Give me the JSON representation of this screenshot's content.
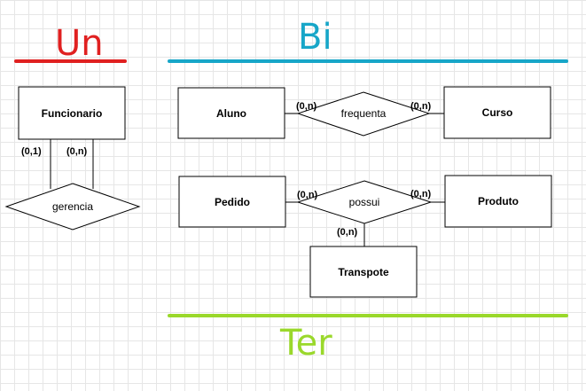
{
  "headings": {
    "unary": {
      "label": "Un",
      "color": "#e02020"
    },
    "binary": {
      "label": "Bi",
      "color": "#17a6c8"
    },
    "ternary": {
      "label": "Ter",
      "color": "#9ad82b"
    }
  },
  "entities": {
    "funcionario": "Funcionario",
    "aluno": "Aluno",
    "curso": "Curso",
    "pedido": "Pedido",
    "produto": "Produto",
    "transpote": "Transpote"
  },
  "relationships": {
    "gerencia": "gerencia",
    "frequenta": "frequenta",
    "possui": "possui"
  },
  "cardinalities": {
    "gerencia_left": "(0,1)",
    "gerencia_right": "(0,n)",
    "frequenta_aluno": "(0,n)",
    "frequenta_curso": "(0,n)",
    "possui_pedido": "(0,n)",
    "possui_produto": "(0,n)",
    "possui_transpote": "(0,n)"
  }
}
